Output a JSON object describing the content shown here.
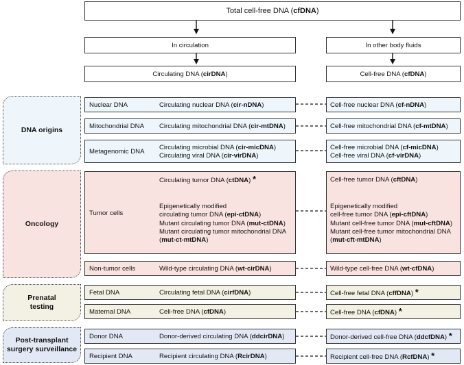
{
  "top": {
    "text": "Total cell-free DNA (",
    "bold": "cfDNA",
    "end": ")"
  },
  "in_circulation": "In circulation",
  "in_other_fluids": "In other body fluids",
  "cir_header": {
    "text": "Circulating DNA (",
    "bold": "cirDNA",
    "end": ")"
  },
  "cf_header": {
    "text": "Cell-free DNA (",
    "bold": "cfDNA",
    "end": ")"
  },
  "categories": {
    "dna_origins": "DNA origins",
    "oncology": "Oncology",
    "prenatal": "Prenatal testing",
    "transplant": "Post-transplant surgery surveillance"
  },
  "rows": {
    "nuclear": {
      "label": "Nuclear DNA",
      "left": {
        "text": "Circulating nuclear DNA (",
        "bold": "cir-nDNA",
        "end": ")"
      },
      "right": {
        "text": "Cell-free nuclear DNA (",
        "bold": "cf-nDNA",
        "end": ")"
      }
    },
    "mito": {
      "label": "Mitochondrial DNA",
      "left": {
        "text": "Circulating mitochondrial DNA (",
        "bold": "cir-mtDNA",
        "end": ")"
      },
      "right": {
        "text": "Cell-free mitochondrial DNA (",
        "bold": "cf-mtDNA",
        "end": ")"
      }
    },
    "meta": {
      "label": "Metagenomic DNA",
      "left1": {
        "text": "Circulating microbial DNA (",
        "bold": "cir-micDNA",
        "end": ")"
      },
      "left2": {
        "text": "Circulating viral DNA (",
        "bold": "cir-virDNA",
        "end": ")"
      },
      "right1": {
        "text": "Cell-free microbial DNA (",
        "bold": "cf-micDNA",
        "end": ")"
      },
      "right2": {
        "text": "Cell-free viral DNA (",
        "bold": "cf-virDNA",
        "end": ")"
      }
    },
    "tumor": {
      "label": "Tumor cells",
      "left_top": {
        "text": "Circulating tumor DNA (",
        "bold": "ctDNA",
        "end": ")"
      },
      "left1": "Epigenetically modified",
      "left2": {
        "text": "circulating tumor DNA (",
        "bold": "epi-ctDNA",
        "end": ")"
      },
      "left3": {
        "text": "Mutant circulating tumor DNA (",
        "bold": "mut-ctDNA",
        "end": ")"
      },
      "left4": "Mutant circulating tumor mitochondrial DNA",
      "left5": {
        "text": "(",
        "bold": "mut-ct-mtDNA",
        "end": ")"
      },
      "right_top": {
        "text": "Cell-free tumor DNA (",
        "bold": "cftDNA",
        "end": ")"
      },
      "right1": "Epigenetically modified",
      "right2": {
        "text": "cell-free tumor DNA (",
        "bold": "epi-cftDNA",
        "end": ")"
      },
      "right3": {
        "text": "Mutant cell-free tumor DNA (",
        "bold": "mut-cftDNA",
        "end": ")"
      },
      "right4": "Mutant cell-free tumor mitochondrial DNA",
      "right5": {
        "text": "(",
        "bold": "mut-cft-mtDNA",
        "end": ")"
      }
    },
    "nontumor": {
      "label": "Non-tumor cells",
      "left": {
        "text": "Wild-type circulating DNA (",
        "bold": "wt-cirDNA",
        "end": ")"
      },
      "right": {
        "text": "Wild-type cell-free DNA (",
        "bold": "wt-cfDNA",
        "end": ")"
      }
    },
    "fetal": {
      "label": "Fetal DNA",
      "left": {
        "text": "Circulating fetal DNA (",
        "bold": "cirfDNA",
        "end": ")"
      },
      "right": {
        "text": "Cell-free fetal DNA (",
        "bold": "cffDNA",
        "end": ")"
      }
    },
    "maternal": {
      "label": "Maternal DNA",
      "left": {
        "text": "Cell-free DNA (",
        "bold": "cfDNA",
        "end": ")"
      },
      "right": {
        "text": "Cell-free DNA (",
        "bold": "cfDNA",
        "end": ")"
      }
    },
    "donor": {
      "label": "Donor DNA",
      "left": {
        "text": "Donor-derived circulating DNA (",
        "bold": "ddcirDNA",
        "end": ")"
      },
      "right": {
        "text": "Donor-derived cell-free DNA (",
        "bold": "ddcfDNA",
        "end": ")"
      }
    },
    "recipient": {
      "label": "Recipient DNA",
      "left": {
        "text": "Recipient circulating DNA (",
        "bold": "RcirDNA",
        "end": ")"
      },
      "right": {
        "text": "Recipient cell-free DNA (",
        "bold": "RcfDNA",
        "end": ")"
      }
    }
  },
  "asterisk": "*"
}
